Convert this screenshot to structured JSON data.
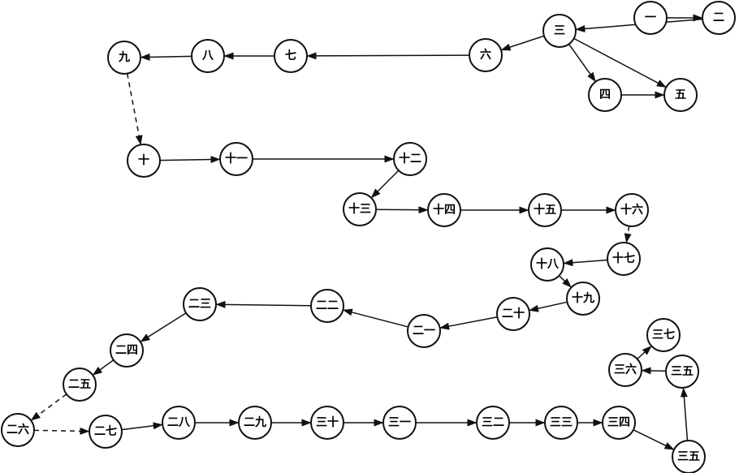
{
  "diagram": {
    "type": "sequence-flow",
    "nodes": [
      "一",
      "二",
      "三",
      "四",
      "五",
      "六",
      "七",
      "八",
      "九",
      "十",
      "十一",
      "十二",
      "十三",
      "十四",
      "十五",
      "十六",
      "十七",
      "十八",
      "十九",
      "二十",
      "二一",
      "二二",
      "二三",
      "二四",
      "二五",
      "二六",
      "二七",
      "二八",
      "二九",
      "三十",
      "三一",
      "三二",
      "三三",
      "三四",
      "三五",
      "三五",
      "三六",
      "三七"
    ],
    "edges": [
      {
        "from": 0,
        "to": 1,
        "dashed": false
      },
      {
        "from": 1,
        "to": 2,
        "dashed": false
      },
      {
        "from": 2,
        "to": 3,
        "dashed": false
      },
      {
        "from": 2,
        "to": 4,
        "dashed": false
      },
      {
        "from": 3,
        "to": 4,
        "dashed": false
      },
      {
        "from": 2,
        "to": 5,
        "dashed": false
      },
      {
        "from": 5,
        "to": 6,
        "dashed": false
      },
      {
        "from": 6,
        "to": 7,
        "dashed": false
      },
      {
        "from": 7,
        "to": 8,
        "dashed": false
      },
      {
        "from": 8,
        "to": 9,
        "dashed": true
      },
      {
        "from": 9,
        "to": 10,
        "dashed": false
      },
      {
        "from": 10,
        "to": 11,
        "dashed": false
      },
      {
        "from": 11,
        "to": 12,
        "dashed": false
      },
      {
        "from": 12,
        "to": 13,
        "dashed": false
      },
      {
        "from": 13,
        "to": 14,
        "dashed": false
      },
      {
        "from": 14,
        "to": 15,
        "dashed": false
      },
      {
        "from": 15,
        "to": 16,
        "dashed": true
      },
      {
        "from": 16,
        "to": 17,
        "dashed": false
      },
      {
        "from": 17,
        "to": 18,
        "dashed": false
      },
      {
        "from": 18,
        "to": 19,
        "dashed": false
      },
      {
        "from": 19,
        "to": 20,
        "dashed": false
      },
      {
        "from": 20,
        "to": 21,
        "dashed": false
      },
      {
        "from": 21,
        "to": 22,
        "dashed": false
      },
      {
        "from": 22,
        "to": 23,
        "dashed": false
      },
      {
        "from": 23,
        "to": 24,
        "dashed": false
      },
      {
        "from": 24,
        "to": 25,
        "dashed": true
      },
      {
        "from": 25,
        "to": 26,
        "dashed": true
      },
      {
        "from": 26,
        "to": 27,
        "dashed": false
      },
      {
        "from": 27,
        "to": 28,
        "dashed": false
      },
      {
        "from": 28,
        "to": 29,
        "dashed": false
      },
      {
        "from": 29,
        "to": 30,
        "dashed": false
      },
      {
        "from": 30,
        "to": 31,
        "dashed": false
      },
      {
        "from": 31,
        "to": 32,
        "dashed": false
      },
      {
        "from": 32,
        "to": 33,
        "dashed": false
      },
      {
        "from": 33,
        "to": 34,
        "dashed": false
      },
      {
        "from": 34,
        "to": 35,
        "dashed": false
      },
      {
        "from": 35,
        "to": 36,
        "dashed": false
      },
      {
        "from": 36,
        "to": 37,
        "dashed": false
      }
    ]
  }
}
